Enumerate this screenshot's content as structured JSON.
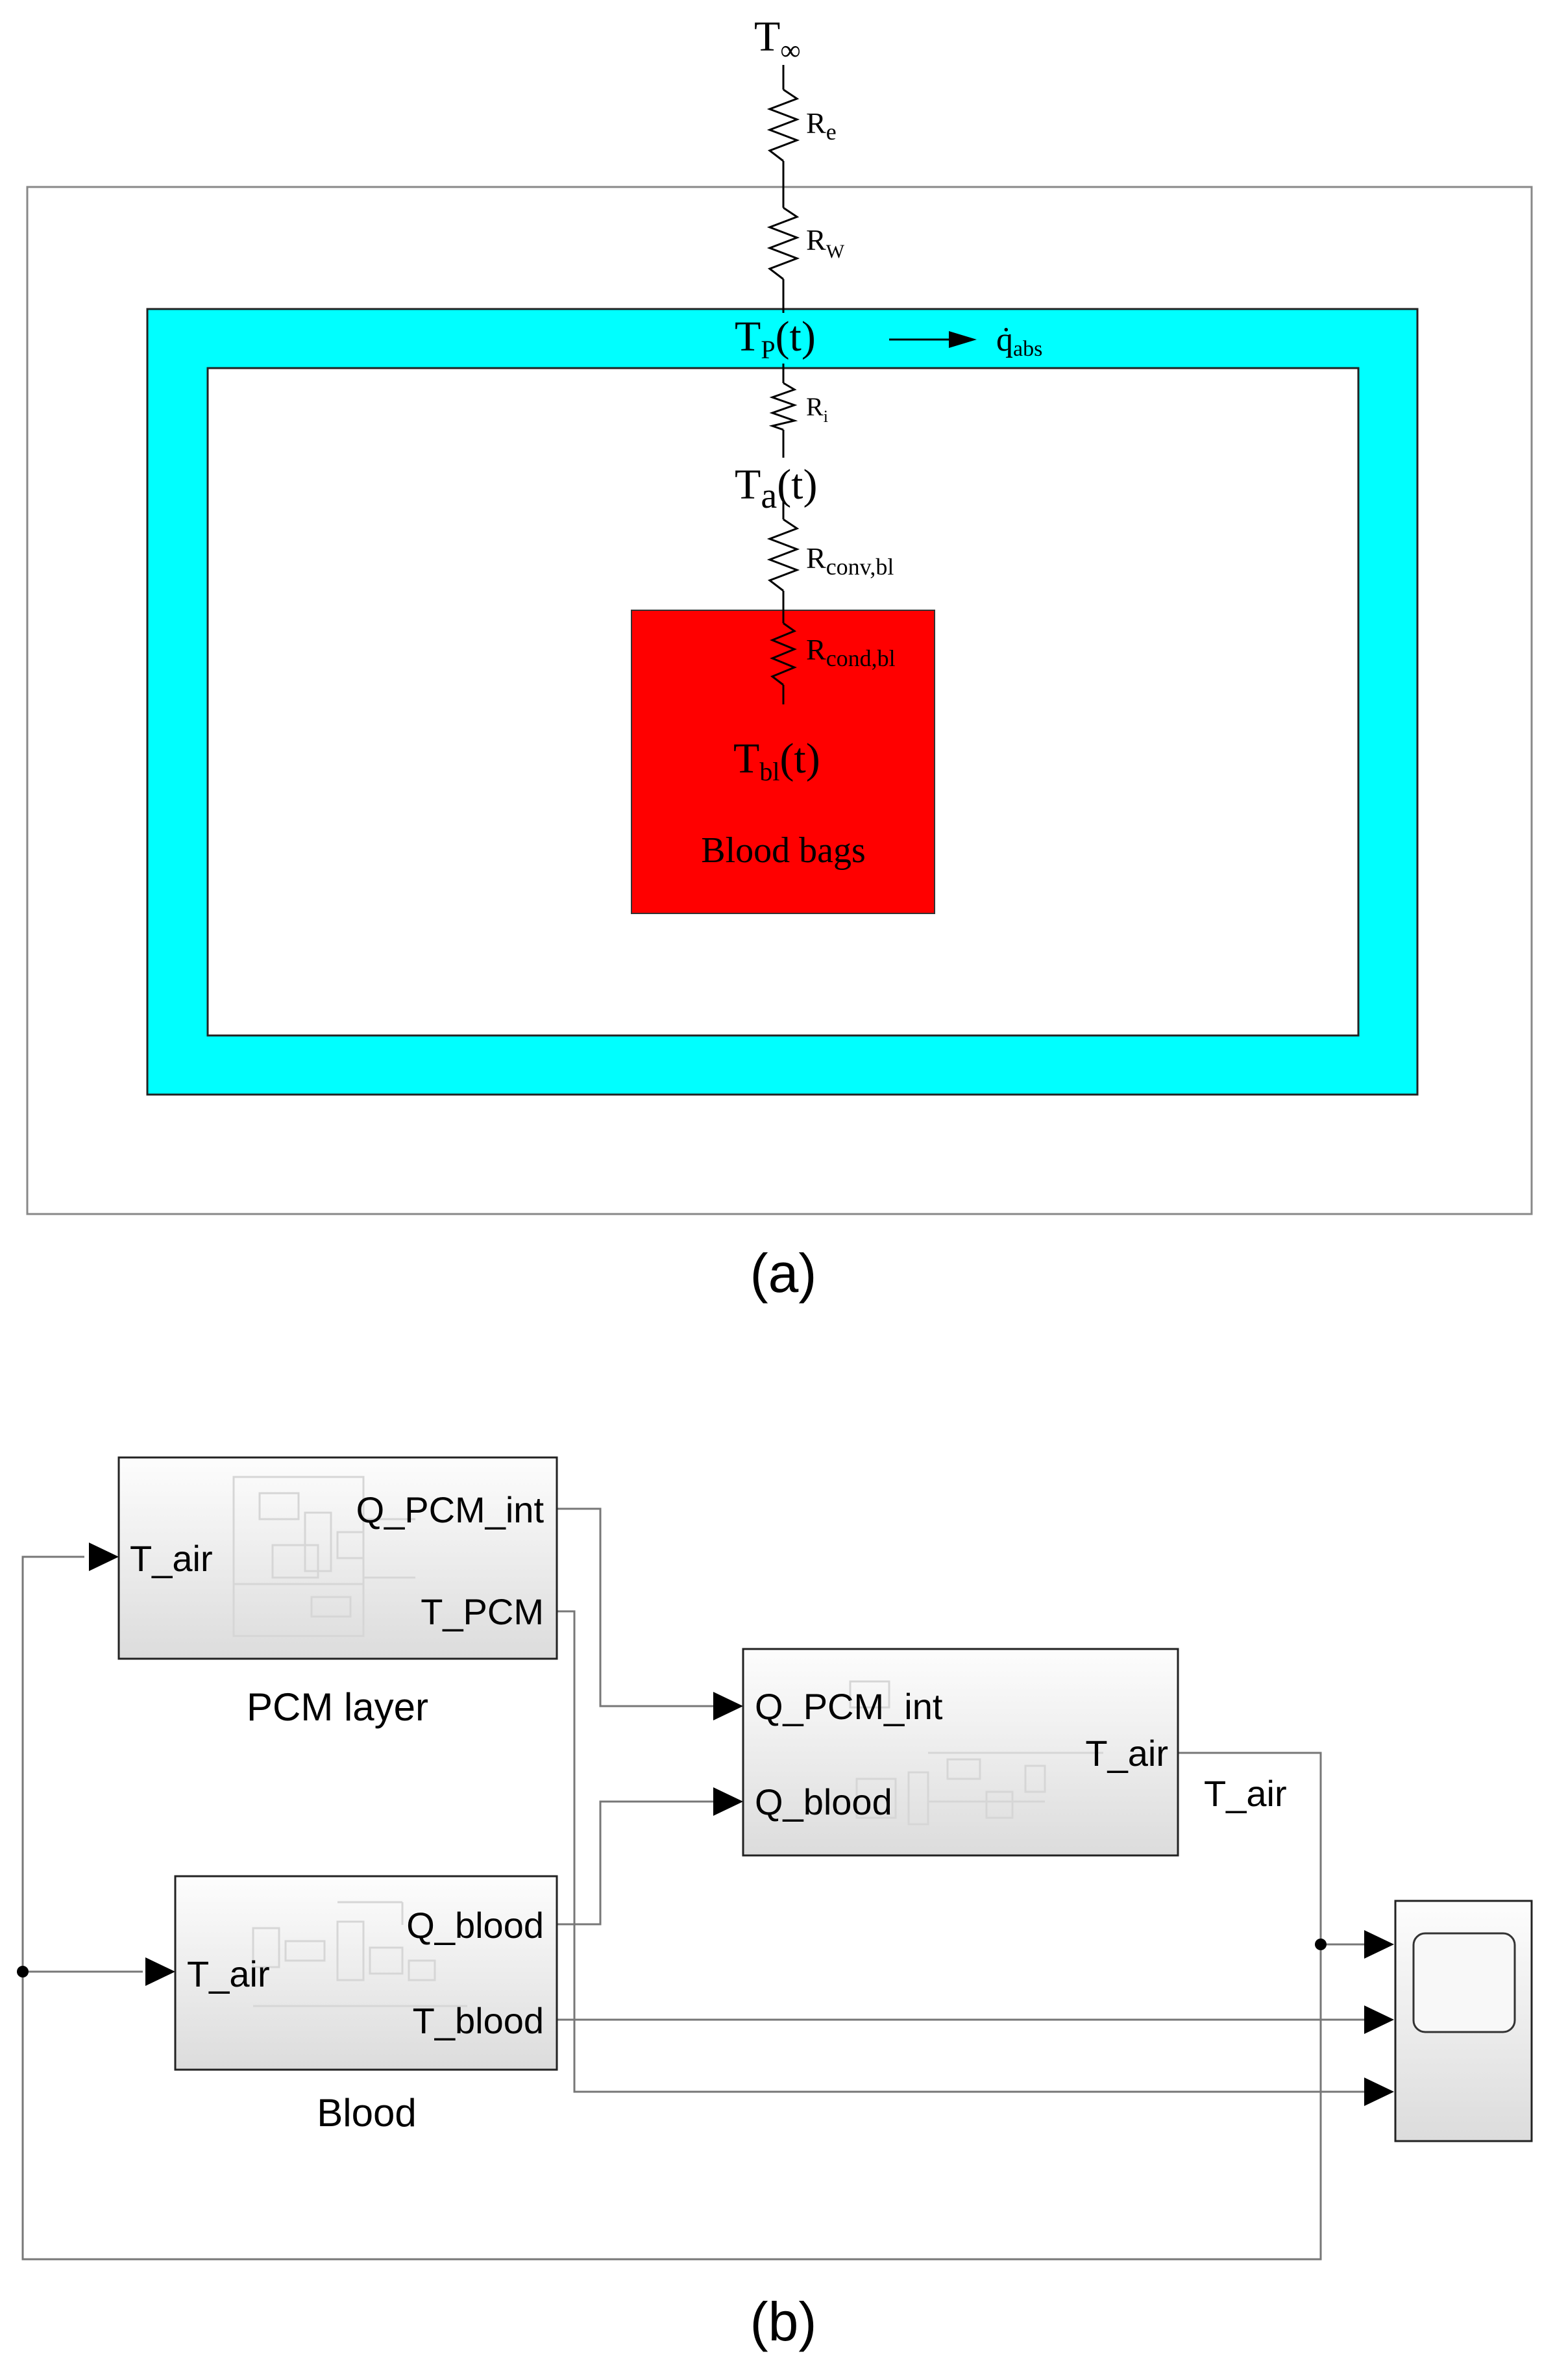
{
  "panel_a": {
    "caption": "(a)",
    "nodes": {
      "t_inf": {
        "main": "T",
        "sub": "∞"
      },
      "t_p": {
        "main": "T",
        "sub": "P",
        "tail": "(t)"
      },
      "t_a": {
        "main": "T",
        "sub": "a",
        "tail": "(t)"
      },
      "t_bl": {
        "main": "T",
        "sub": "bl",
        "tail": "(t)"
      }
    },
    "resistors": {
      "r_e": {
        "main": "R",
        "sub": "e"
      },
      "r_w": {
        "main": "R",
        "sub": "W"
      },
      "r_i": {
        "main": "R",
        "sub": "i"
      },
      "r_conv": {
        "main": "R",
        "sub": "conv,bl"
      },
      "r_cond": {
        "main": "R",
        "sub": "cond,bl"
      }
    },
    "heat_flux": {
      "main": "q̇",
      "sub": "abs"
    },
    "blood_label": "Blood bags",
    "colors": {
      "pcm_layer": "#00ffff",
      "blood_block": "#ff0000",
      "outer_box": "#888888"
    }
  },
  "panel_b": {
    "caption": "(b)",
    "blocks": {
      "pcm": {
        "name": "PCM layer",
        "inputs": [
          "T_air"
        ],
        "outputs": [
          "Q_PCM_int",
          "T_PCM"
        ]
      },
      "blood": {
        "name": "Blood",
        "inputs": [
          "T_air"
        ],
        "outputs": [
          "Q_blood",
          "T_blood"
        ]
      },
      "air": {
        "inputs": [
          "Q_PCM_int",
          "Q_blood"
        ],
        "outputs": [
          "T_air"
        ]
      }
    },
    "signal_label": "T_air",
    "scope_icon": "scope-icon"
  }
}
